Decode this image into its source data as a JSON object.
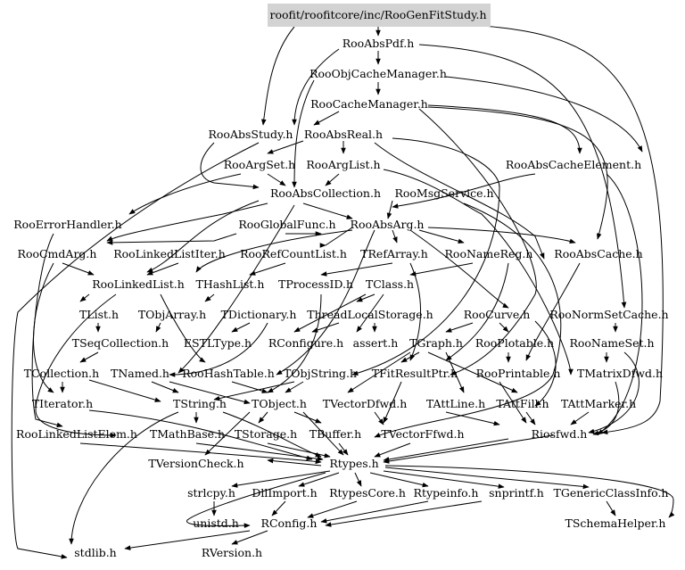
{
  "graph": {
    "root": "roofit/roofitcore/inc/RooGenFitStudy.h",
    "nodes": {
      "root": "roofit/roofitcore/inc/RooGenFitStudy.h",
      "rooabspdf": "RooAbsPdf.h",
      "rooobjcachemanager": "RooObjCacheManager.h",
      "roocachemanager": "RooCacheManager.h",
      "rooabsstudy": "RooAbsStudy.h",
      "rooabsreal": "RooAbsReal.h",
      "rooargset": "RooArgSet.h",
      "rooarglist": "RooArgList.h",
      "rooabscacheelement": "RooAbsCacheElement.h",
      "rooabscollection": "RooAbsCollection.h",
      "roomsgservice": "RooMsgService.h",
      "rooerrorhandler": "RooErrorHandler.h",
      "rooglobalfunc": "RooGlobalFunc.h",
      "rooabsarg": "RooAbsArg.h",
      "roocmdarg": "RooCmdArg.h",
      "roolinkedlistiter": "RooLinkedListIter.h",
      "roorefcountlist": "RooRefCountList.h",
      "trefarray": "TRefArray.h",
      "roonamereg": "RooNameReg.h",
      "rooabscache": "RooAbsCache.h",
      "roolinkedlist": "RooLinkedList.h",
      "thashlist": "THashList.h",
      "tprocessid": "TProcessID.h",
      "tclass": "TClass.h",
      "tlist": "TList.h",
      "tobjarray": "TObjArray.h",
      "tdictionary": "TDictionary.h",
      "threadlocalstorage": "ThreadLocalStorage.h",
      "roocurve": "RooCurve.h",
      "roonormsetcache": "RooNormSetCache.h",
      "tseqcollection": "TSeqCollection.h",
      "estltype": "ESTLType.h",
      "rconfigure": "RConfigure.h",
      "assert": "assert.h",
      "tgraph": "TGraph.h",
      "rooplotable": "RooPlotable.h",
      "roonameset": "RooNameSet.h",
      "tcollection": "TCollection.h",
      "tnamed": "TNamed.h",
      "roohashtable": "RooHashTable.h",
      "tobjstring": "TObjString.h",
      "tfitresultptr": "TFitResultPtr.h",
      "rooprintable": "RooPrintable.h",
      "tmatrixdfwd": "TMatrixDfwd.h",
      "titerator": "TIterator.h",
      "tstring": "TString.h",
      "tobject": "TObject.h",
      "tvectordfwd": "TVectorDfwd.h",
      "tattline": "TAttLine.h",
      "tattfill": "TAttFill.h",
      "tattmarker": "TAttMarker.h",
      "roolinkedlistelem": "RooLinkedListElem.h",
      "tmathbase": "TMathBase.h",
      "tstorage": "TStorage.h",
      "tbuffer": "TBuffer.h",
      "tvectorffwd": "TVectorFfwd.h",
      "riosfwd": "Riosfwd.h",
      "tversioncheck": "TVersionCheck.h",
      "rtypes": "Rtypes.h",
      "strlcpy": "strlcpy.h",
      "dllimport": "DllImport.h",
      "rtypescore": "RtypesCore.h",
      "rtypeinfo": "Rtypeinfo.h",
      "snprintf": "snprintf.h",
      "tgenericclassinfo": "TGenericClassInfo.h",
      "unistd": "unistd.h",
      "rconfig": "RConfig.h",
      "tschemahelper": "TSchemaHelper.h",
      "stdlib": "stdlib.h",
      "rversion": "RVersion.h"
    }
  }
}
